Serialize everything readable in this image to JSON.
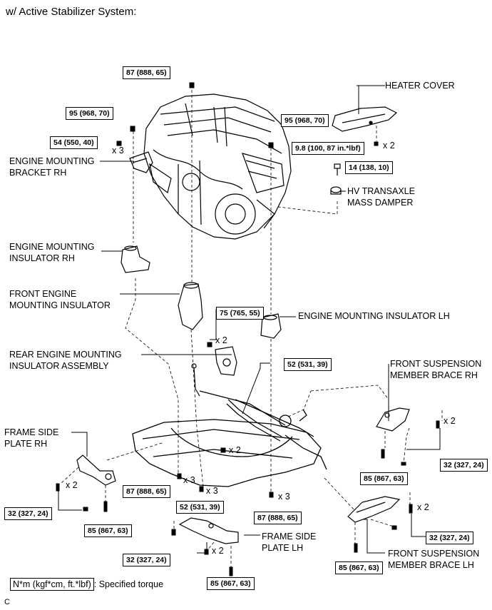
{
  "title": "w/ Active Stabilizer System:",
  "parts": {
    "heater_cover": "HEATER COVER",
    "engine_mounting_bracket_rh": "ENGINE MOUNTING\nBRACKET RH",
    "hv_transaxle_mass_damper": "HV TRANSAXLE\nMASS DAMPER",
    "engine_mounting_insulator_rh": "ENGINE MOUNTING\nINSULATOR RH",
    "front_engine_mounting_insulator": "FRONT ENGINE\nMOUNTING INSULATOR",
    "engine_mounting_insulator_lh": "ENGINE MOUNTING INSULATOR LH",
    "rear_engine_mounting_insulator_assembly": "REAR ENGINE MOUNTING\nINSULATOR ASSEMBLY",
    "front_suspension_member_brace_rh": "FRONT SUSPENSION\nMEMBER BRACE RH",
    "frame_side_plate_rh": "FRAME SIDE\nPLATE RH",
    "frame_side_plate_lh": "FRAME SIDE\nPLATE LH",
    "front_suspension_member_brace_lh": "FRONT SUSPENSION\nMEMBER BRACE LH"
  },
  "torques": {
    "t1": "87 (888, 65)",
    "t2": "95 (968, 70)",
    "t3": "54 (550, 40)",
    "t4": "95 (968, 70)",
    "t5": "9.8 (100, 87 in.*lbf)",
    "t6": "14 (138, 10)",
    "t7": "75 (765, 55)",
    "t8": "52 (531, 39)",
    "t9": "32 (327, 24)",
    "t10": "85 (867, 63)",
    "t11": "87 (888, 65)",
    "t12": "52 (531, 39)",
    "t13": "87 (888, 65)",
    "t14": "32 (327, 24)",
    "t15": "85 (867, 63)",
    "t16": "32 (327, 24)",
    "t17": "85 (867, 63)",
    "t18": "32 (327, 24)",
    "t19": "85 (867, 63)"
  },
  "quantities": {
    "q1": "x 3",
    "q2": "x 2",
    "q3": "x 2",
    "q4": "x 2",
    "q5": "x 2",
    "q6": "x 2",
    "q7": "x 3",
    "q8": "x 3",
    "q9": "x 3",
    "q10": "x 2",
    "q11": "x 2"
  },
  "legend": {
    "unit": "N*m (kgf*cm, ft.*lbf)",
    "text": ": Specified torque"
  },
  "figure_code": "C"
}
